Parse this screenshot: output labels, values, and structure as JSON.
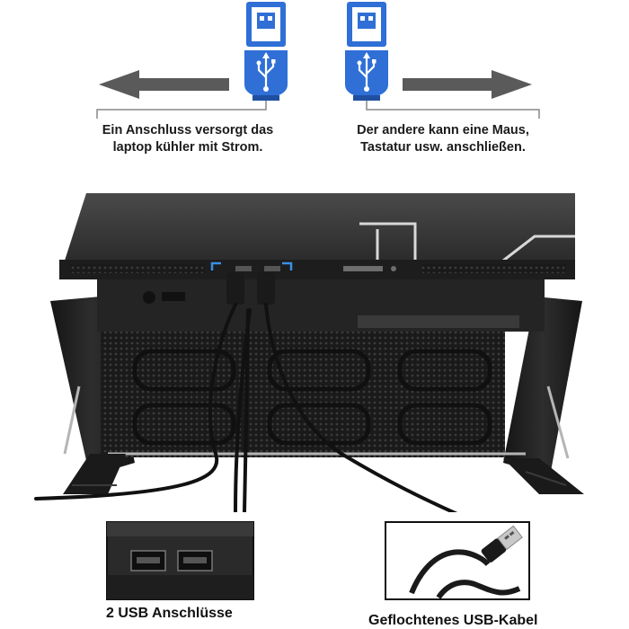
{
  "top": {
    "left_caption": [
      "Ein Anschluss versorgt das",
      "laptop kühler mit Strom."
    ],
    "right_caption": [
      "Der andere kann eine Maus,",
      "Tastatur usw. anschließen."
    ]
  },
  "insets": {
    "ports_label": "2 USB Anschlüsse",
    "cable_label": "Geflochtenes USB-Kabel"
  },
  "icons": [
    "usb-plug-icon",
    "usb-symbol-icon",
    "arrow-left-icon",
    "arrow-right-icon"
  ],
  "colors": {
    "usb_blue": "#2f6fd6",
    "arrow_gray": "#5a5a5a",
    "device_dark": "#2a2a2a",
    "highlight_blue": "#3a8ee6"
  }
}
